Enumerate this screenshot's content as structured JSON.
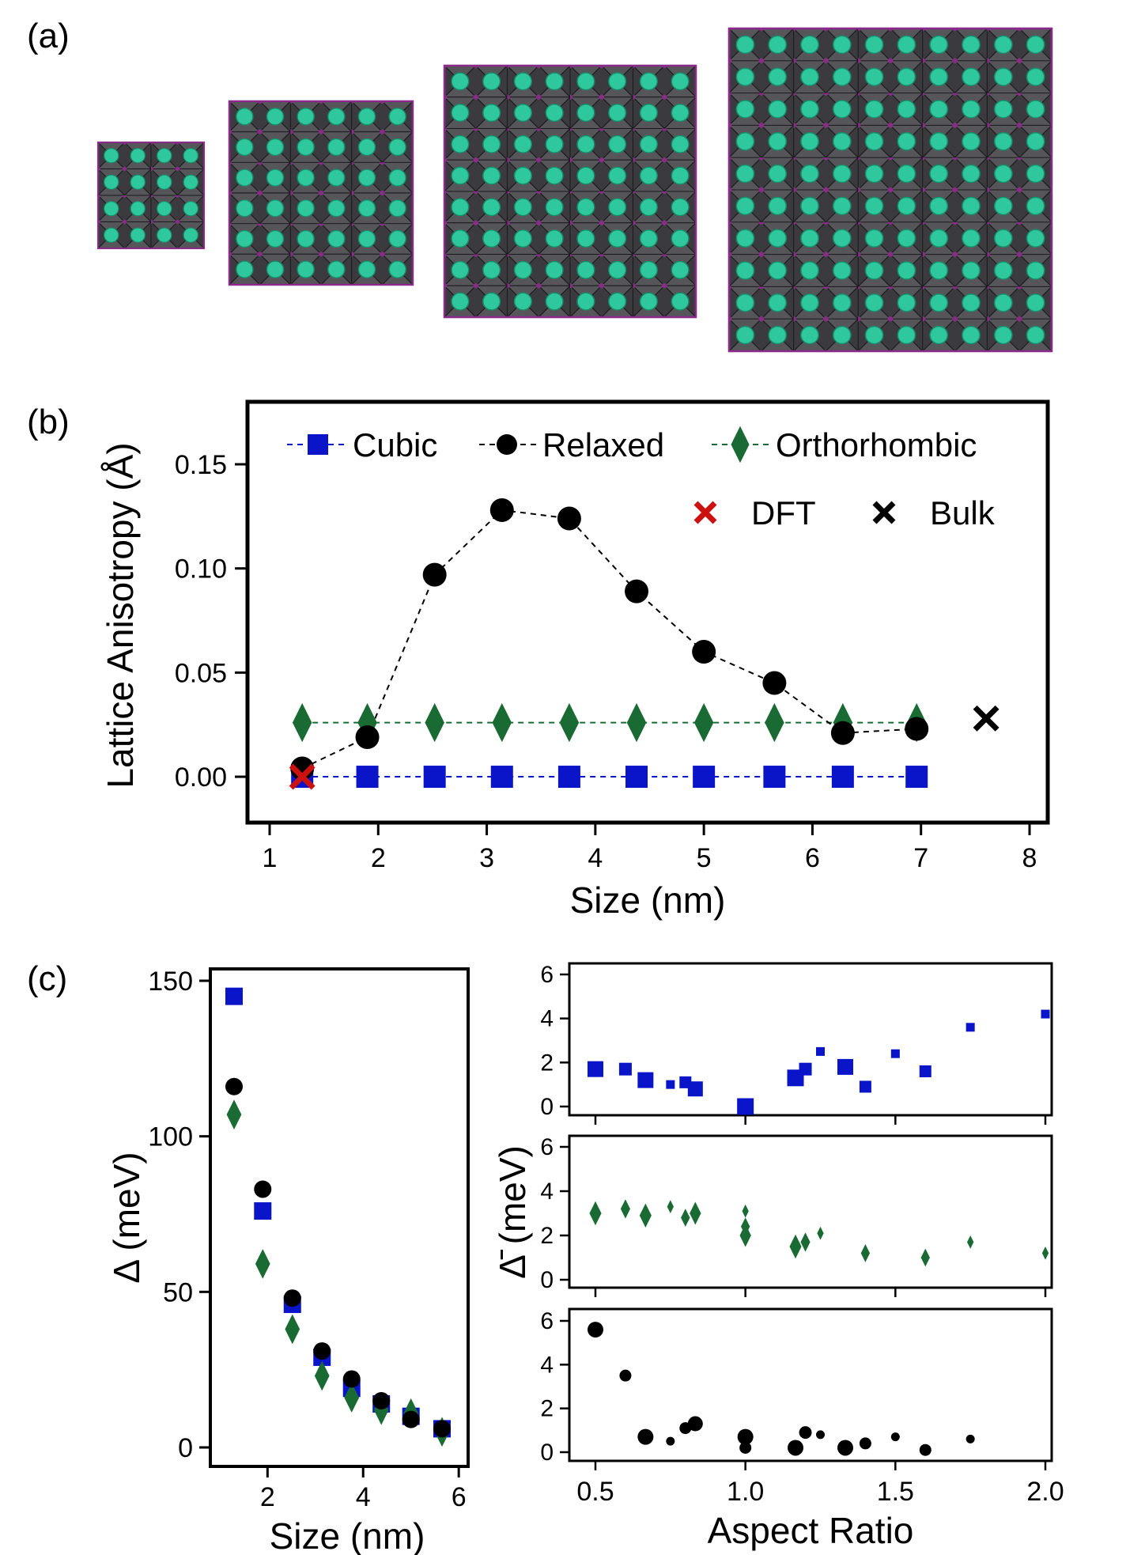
{
  "colors": {
    "cubic": "#0a14c8",
    "relaxed": "#000000",
    "ortho": "#1a6b33",
    "dft": "#cc1111",
    "bulk": "#000000",
    "cs_atom": "#2fc79c",
    "octahedron": "#3b3b3f",
    "halide": "#8a2b8a"
  },
  "panel_labels": {
    "a": "(a)",
    "b": "(b)",
    "c": "(c)"
  },
  "structures": {
    "grid_sizes": [
      4,
      6,
      8,
      10
    ]
  },
  "chart_data": [
    {
      "id": "b",
      "type": "line",
      "xlabel": "Size (nm)",
      "ylabel": "Lattice Anisotropy (Å)",
      "xlim": [
        1,
        8
      ],
      "ylim": [
        -0.022,
        0.18
      ],
      "xticks": [
        1,
        2,
        3,
        4,
        5,
        6,
        7,
        8
      ],
      "yticks": [
        0.0,
        0.05,
        0.1,
        0.15
      ],
      "ytick_labels": [
        "0.00",
        "0.05",
        "0.10",
        "0.15"
      ],
      "legend_position": "top",
      "series": [
        {
          "name": "Cubic",
          "marker": "square",
          "linestyle": "dashed",
          "x": [
            1.3,
            1.9,
            2.52,
            3.14,
            3.76,
            4.38,
            5.0,
            5.65,
            6.28,
            6.96
          ],
          "y": [
            0,
            0,
            0,
            0,
            0,
            0,
            0,
            0,
            0,
            0
          ]
        },
        {
          "name": "Relaxed",
          "marker": "circle",
          "linestyle": "dashed",
          "x": [
            1.3,
            1.9,
            2.52,
            3.14,
            3.76,
            4.38,
            5.0,
            5.65,
            6.28,
            6.96
          ],
          "y": [
            0.004,
            0.019,
            0.097,
            0.128,
            0.124,
            0.089,
            0.06,
            0.045,
            0.021,
            0.023
          ]
        },
        {
          "name": "Orthorhombic",
          "marker": "diamond",
          "linestyle": "dashed",
          "x": [
            1.3,
            1.9,
            2.52,
            3.14,
            3.76,
            4.38,
            5.0,
            5.65,
            6.28,
            6.96
          ],
          "y": [
            0.026,
            0.026,
            0.026,
            0.026,
            0.026,
            0.026,
            0.026,
            0.026,
            0.026,
            0.026
          ]
        }
      ],
      "points": [
        {
          "name": "DFT",
          "marker": "x",
          "x": 1.3,
          "y": 0.0
        },
        {
          "name": "Bulk",
          "marker": "x",
          "x": 7.6,
          "y": 0.028
        }
      ]
    },
    {
      "id": "c-left",
      "type": "scatter",
      "xlabel": "Size (nm)",
      "ylabel": "Δ (meV)",
      "xlim": [
        0.8,
        6.1
      ],
      "ylim": [
        -3,
        152
      ],
      "xticks": [
        2,
        4,
        6
      ],
      "yticks": [
        0,
        50,
        100,
        150
      ],
      "series": [
        {
          "name": "Cubic",
          "marker": "square",
          "x": [
            1.3,
            1.9,
            2.52,
            3.14,
            3.76,
            4.38,
            5.0,
            5.65
          ],
          "y": [
            145,
            76,
            46,
            29,
            19,
            14,
            10,
            6
          ]
        },
        {
          "name": "Relaxed",
          "marker": "circle",
          "x": [
            1.3,
            1.9,
            2.52,
            3.14,
            3.76,
            4.38,
            5.0,
            5.65
          ],
          "y": [
            116,
            83,
            48,
            31,
            22,
            15,
            9,
            6
          ]
        },
        {
          "name": "Orthorhombic",
          "marker": "diamond",
          "x": [
            1.3,
            1.9,
            2.52,
            3.14,
            3.76,
            4.38,
            5.0,
            5.65
          ],
          "y": [
            107,
            59,
            38,
            23,
            16,
            12,
            11,
            5
          ]
        }
      ]
    },
    {
      "id": "c-right",
      "type": "scatter",
      "xlabel": "Aspect Ratio",
      "ylabel": "Δ̄ (meV)",
      "xlim": [
        0.42,
        2.02
      ],
      "ylim": [
        -0.5,
        6.3
      ],
      "xticks": [
        0.5,
        1.0,
        1.5,
        2.0
      ],
      "xtick_labels": [
        "0.5",
        "1.0",
        "1.5",
        "2.0"
      ],
      "yticks": [
        0,
        2,
        4,
        6
      ],
      "panels": [
        {
          "name": "Cubic",
          "marker": "square",
          "points": [
            [
              0.5,
              1.7,
              20
            ],
            [
              0.6,
              1.7,
              16
            ],
            [
              0.667,
              1.2,
              20
            ],
            [
              0.75,
              1.0,
              11
            ],
            [
              0.8,
              1.1,
              15
            ],
            [
              0.833,
              0.8,
              19
            ],
            [
              1.0,
              0.0,
              21
            ],
            [
              1.167,
              1.3,
              21
            ],
            [
              1.2,
              1.7,
              16
            ],
            [
              1.25,
              2.5,
              11
            ],
            [
              1.333,
              1.8,
              20
            ],
            [
              1.4,
              0.9,
              15
            ],
            [
              1.5,
              2.4,
              11
            ],
            [
              1.6,
              1.6,
              15
            ],
            [
              1.75,
              3.6,
              11
            ],
            [
              2.0,
              4.2,
              11
            ]
          ]
        },
        {
          "name": "Orthorhombic",
          "marker": "diamond",
          "points": [
            [
              0.5,
              3.0,
              20
            ],
            [
              0.6,
              3.2,
              16
            ],
            [
              0.667,
              2.9,
              20
            ],
            [
              0.75,
              3.3,
              11
            ],
            [
              0.8,
              2.8,
              15
            ],
            [
              0.833,
              3.0,
              19
            ],
            [
              1.0,
              3.1,
              11
            ],
            [
              1.0,
              2.4,
              15
            ],
            [
              1.0,
              2.0,
              19
            ],
            [
              1.167,
              1.5,
              20
            ],
            [
              1.2,
              1.7,
              16
            ],
            [
              1.25,
              2.1,
              11
            ],
            [
              1.4,
              1.2,
              15
            ],
            [
              1.6,
              1.0,
              15
            ],
            [
              1.75,
              1.7,
              11
            ],
            [
              2.0,
              1.2,
              11
            ]
          ]
        },
        {
          "name": "Relaxed",
          "marker": "circle",
          "points": [
            [
              0.5,
              5.6,
              20
            ],
            [
              0.6,
              3.5,
              15
            ],
            [
              0.667,
              0.7,
              20
            ],
            [
              0.75,
              0.5,
              11
            ],
            [
              0.8,
              1.1,
              15
            ],
            [
              0.833,
              1.3,
              19
            ],
            [
              1.0,
              0.2,
              15
            ],
            [
              1.0,
              0.7,
              20
            ],
            [
              1.167,
              0.2,
              20
            ],
            [
              1.2,
              0.9,
              16
            ],
            [
              1.25,
              0.8,
              11
            ],
            [
              1.333,
              0.2,
              20
            ],
            [
              1.4,
              0.4,
              15
            ],
            [
              1.5,
              0.7,
              11
            ],
            [
              1.6,
              0.1,
              15
            ],
            [
              1.75,
              0.6,
              11
            ]
          ]
        }
      ]
    }
  ]
}
